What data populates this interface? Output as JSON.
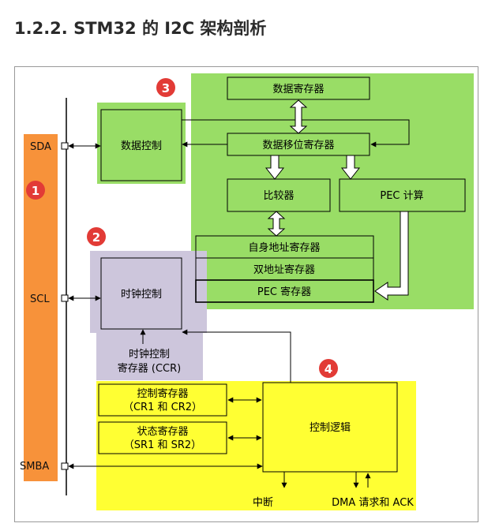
{
  "title": "1.2.2. STM32 的 I2C 架构剖析",
  "pins": {
    "sda": "SDA",
    "scl": "SCL",
    "smba": "SMBA"
  },
  "badges": {
    "b1": "1",
    "b2": "2",
    "b3": "3",
    "b4": "4"
  },
  "blocks": {
    "data_register": "数据寄存器",
    "data_control": "数据控制",
    "data_shift_register": "数据移位寄存器",
    "comparator": "比较器",
    "pec_calc": "PEC 计算",
    "own_address_register": "自身地址寄存器",
    "dual_address_register": "双地址寄存器",
    "pec_register": "PEC 寄存器",
    "clock_control": "时钟控制",
    "clock_control_register_line1": "时钟控制",
    "clock_control_register_line2": "寄存器 (CCR)",
    "control_register_line1": "控制寄存器",
    "control_register_line2": "（CR1 和 CR2）",
    "status_register_line1": "状态寄存器",
    "status_register_line2": "（SR1 和 SR2）",
    "control_logic": "控制逻辑"
  },
  "signals": {
    "interrupt": "中断",
    "dma": "DMA 请求和 ACK"
  },
  "colors": {
    "bus_orange": "#f7923a",
    "region_green": "#99dd66",
    "region_purple": "#cdc6dc",
    "region_yellow": "#ffff33",
    "badge_red": "#e23b36",
    "line": "#000000"
  }
}
